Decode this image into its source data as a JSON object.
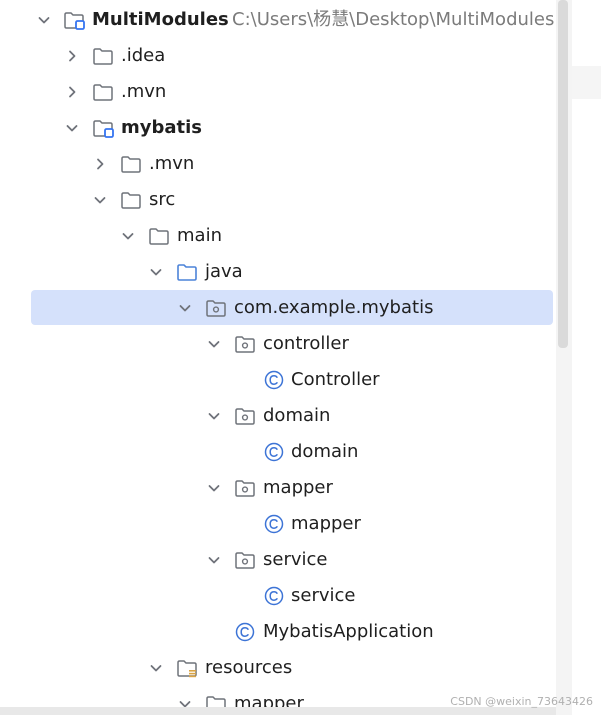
{
  "tree": {
    "root": {
      "label": "MultiModules",
      "path": "C:\\Users\\杨慧\\Desktop\\MultiModules"
    },
    "items": [
      {
        "label": ".idea"
      },
      {
        "label": ".mvn"
      },
      {
        "label": "mybatis"
      },
      {
        "label": ".mvn"
      },
      {
        "label": "src"
      },
      {
        "label": "main"
      },
      {
        "label": "java"
      },
      {
        "label": "com.example.mybatis"
      },
      {
        "label": "controller"
      },
      {
        "label": "Controller"
      },
      {
        "label": "domain"
      },
      {
        "label": "domain"
      },
      {
        "label": "mapper"
      },
      {
        "label": "mapper"
      },
      {
        "label": "service"
      },
      {
        "label": "service"
      },
      {
        "label": "MybatisApplication"
      },
      {
        "label": "resources"
      },
      {
        "label": "mapper"
      }
    ]
  },
  "watermark": "CSDN @weixin_73643426",
  "icons": {
    "expand": "chevron-down-icon",
    "collapse": "chevron-right-icon",
    "folder": "folder-icon",
    "package": "package-folder-icon",
    "module": "module-folder-icon",
    "class": "class-icon",
    "resources": "resources-folder-icon",
    "source": "source-folder-icon"
  },
  "colors": {
    "selection": "#d5e1fb",
    "folder_stroke": "#6f737a",
    "module_badge": "#3574f0",
    "class_stroke": "#3d74d6",
    "source_folder": "#4c83d9",
    "resources_badge": "#d9a343"
  }
}
